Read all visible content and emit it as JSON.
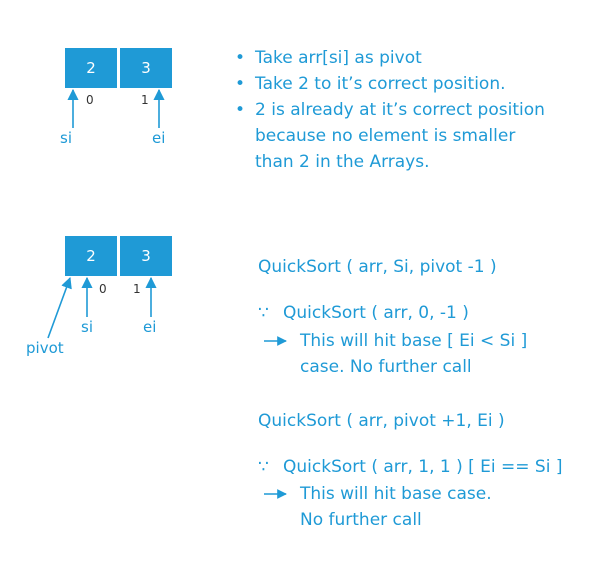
{
  "diagram1": {
    "cells": [
      "2",
      "3"
    ],
    "indices": [
      "0",
      "1"
    ],
    "pointers": {
      "si": "si",
      "ei": "ei"
    },
    "bullets": [
      {
        "lines": [
          "Take arr[si] as pivot"
        ]
      },
      {
        "lines": [
          "Take 2 to it’s correct position."
        ]
      },
      {
        "lines": [
          "2 is already at it’s correct position",
          "because no element is smaller",
          "than 2 in the Arrays."
        ]
      }
    ]
  },
  "diagram2": {
    "cells": [
      "2",
      "3"
    ],
    "indices": [
      "0",
      "1"
    ],
    "pointers": {
      "si": "si",
      "ei": "ei",
      "pivot": "pivot"
    },
    "left_call": {
      "heading": "QuickSort ( arr, Si, pivot -1 )",
      "since_symbol": "∵",
      "call": "QuickSort ( arr, 0, -1 )",
      "result_line1": "This will hit base [ Ei < Si ]",
      "result_line2": "case. No further call"
    },
    "right_call": {
      "heading": "QuickSort ( arr, pivot +1, Ei )",
      "since_symbol": "∵",
      "call": "QuickSort ( arr, 1, 1 )  [ Ei == Si ]",
      "result_line1": "This will hit base case.",
      "result_line2": "No further call"
    },
    "arrow_symbol": "→"
  },
  "colors": {
    "accent": "#1f9ad6",
    "cell_text": "#ffffff",
    "index_text": "#333333"
  }
}
